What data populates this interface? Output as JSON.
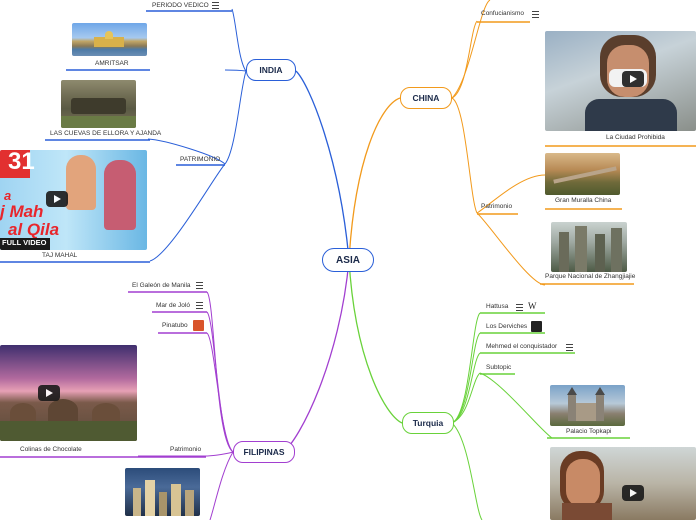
{
  "central": "ASIA",
  "colors": {
    "india": "#2a5fd8",
    "china": "#f29a1c",
    "filipinas": "#a23fd0",
    "turquia": "#69d23a"
  },
  "india": {
    "title": "INDIA",
    "periodo": "PERIODO VEDICO",
    "amritsar": "AMRITSAR",
    "cuevas": "LAS CUEVAS DE ELLORA Y AJANDA",
    "patrimonio": "PATRIMONIO",
    "tajmahal": "TAJ MAHAL",
    "thumb": {
      "badge": "31",
      "title1": "a",
      "title2": "j Mah",
      "title3": "al Qila",
      "footer": "FULL VIDEO"
    }
  },
  "china": {
    "title": "CHINA",
    "confucianismo": "Confucianismo",
    "ciudad": "La Ciudad Prohibida",
    "patrimonio": "Patrimonio",
    "muralla": "Gran Muralla China",
    "parque": "Parque Nacional de Zhangjiajie"
  },
  "filipinas": {
    "title": "FILIPINAS",
    "galeon": "El Galeón de Manila",
    "mar": "Mar de Joló",
    "pinatubo": "Pinatubo",
    "colinas": "Colinas de Chocolate",
    "patrimonio": "Patrimonio"
  },
  "turquia": {
    "title": "Turquia",
    "hattusa": "Hattusa",
    "derviches": "Los Derviches",
    "mehmed": "Mehmed el conquistador",
    "subtopic": "Subtopic",
    "topkapi": "Palacio Topkapi",
    "wiki": "W"
  },
  "icons": [
    "note-icon",
    "play-icon",
    "wikipedia-icon",
    "youtube-icon",
    "engineering-icon"
  ]
}
